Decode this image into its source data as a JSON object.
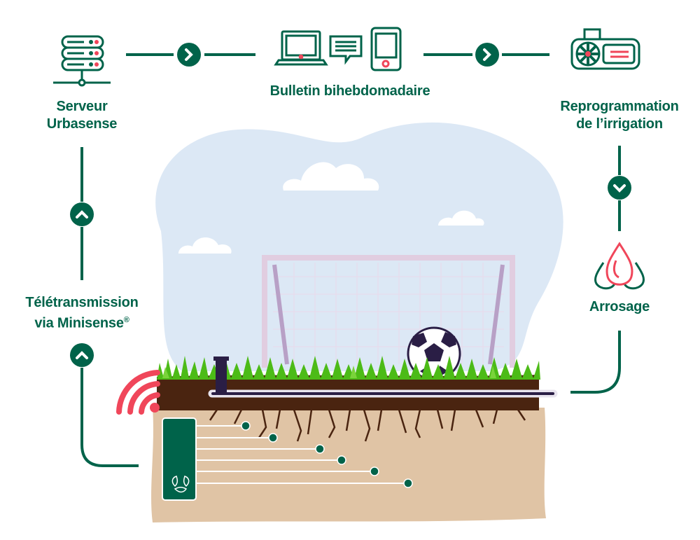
{
  "steps": {
    "server": {
      "line1": "Serveur",
      "line2": "Urbasense"
    },
    "bulletin": {
      "label": "Bulletin bihebdomadaire"
    },
    "reprogramming": {
      "line1": "Reprogrammation",
      "line2": "de l’irrigation"
    },
    "watering": {
      "label": "Arrosage"
    },
    "transmission": {
      "line1": "Télétransmission",
      "line2": "via Minisense",
      "trademark": "®"
    }
  },
  "colors": {
    "brand_green": "#00634a",
    "alert_red": "#f0465a",
    "sky": "#dce8f5",
    "soil_light": "#e0c4a5",
    "soil_dark": "#4a2410",
    "grass": "#4cbb17"
  }
}
